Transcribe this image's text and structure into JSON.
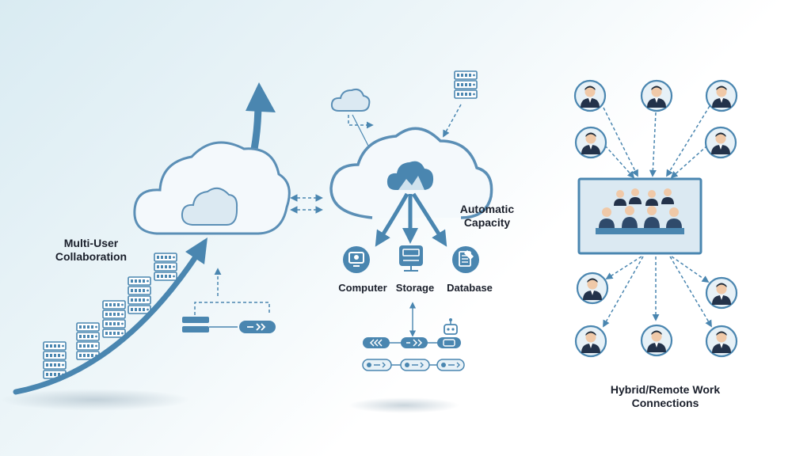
{
  "labels": {
    "multi_user": "Multi-User\nCollaboration",
    "automatic_capacity": "Automatic\nCapacity",
    "computer": "Computer",
    "storage": "Storage",
    "database": "Database",
    "hybrid": "Hybrid/Remote Work\nConnections"
  },
  "colors": {
    "primary": "#4a86b0",
    "dark": "#2f6188",
    "light_fill": "#e7f1f7",
    "outline": "#5b8fb6",
    "text": "#1a1f2b"
  },
  "icons": [
    "cloud-icon",
    "server-rack-icon",
    "growth-arrow-icon",
    "computer-icon",
    "storage-icon",
    "database-icon",
    "user-avatar-icon",
    "video-conference-icon",
    "network-node-icon",
    "robot-icon"
  ]
}
